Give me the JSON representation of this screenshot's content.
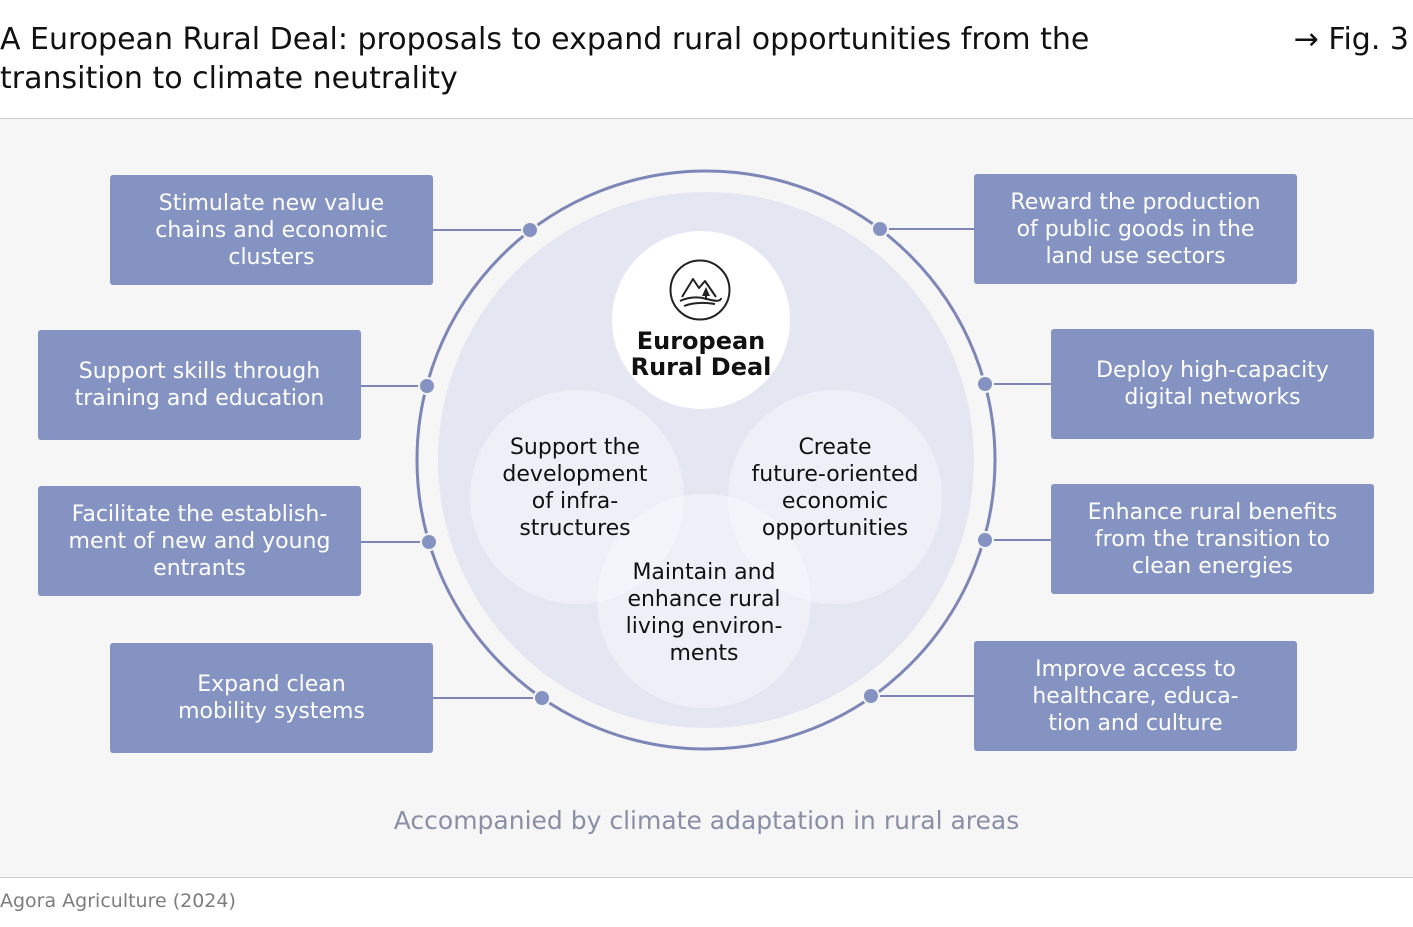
{
  "header": {
    "title": "A European Rural Deal: proposals to expand rural opportunities from the transition to climate neutrality",
    "fig_ref": "→ Fig. 3"
  },
  "center": {
    "label": "European\nRural Deal",
    "logo_icon": "mountain-tree-icon"
  },
  "circles": {
    "infrastructure": "Support the\ndevelopment\nof infra-\nstructures",
    "economic": "Create\nfuture-oriented\neconomic\nopportunities",
    "living": "Maintain and\nenhance rural\nliving environ-\nments"
  },
  "left_boxes": [
    "Stimulate new value\nchains and economic\nclusters",
    "Support skills through\ntraining and education",
    "Facilitate the establish-\nment of new and young\nentrants",
    "Expand clean\nmobility systems"
  ],
  "right_boxes": [
    "Reward the production\nof public goods in the\nland use sectors",
    "Deploy high-capacity\ndigital networks",
    "Enhance rural benefits\nfrom the transition to\nclean energies",
    "Improve access to\nhealthcare, educa-\ntion and culture"
  ],
  "footer_note": "Accompanied by climate adaptation in rural areas",
  "source": "Agora Agriculture (2024)",
  "colors": {
    "box": "#8493c2",
    "ring": "#7d86b6",
    "disk": "#e4e6f2",
    "panel": "#f6f6f6"
  }
}
